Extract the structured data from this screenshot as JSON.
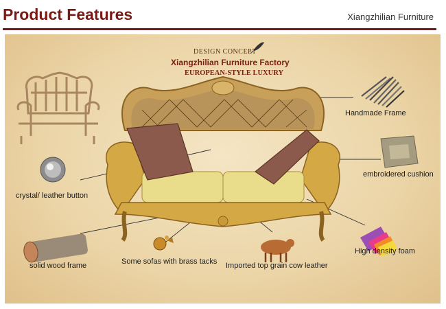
{
  "header": {
    "title": "Product Features",
    "brand": "Xiangzhilian Furniture"
  },
  "poster": {
    "design_concept": "DESIGN CONCEPT",
    "factory": "Xiangzhilian Furniture Factory",
    "style": "EUROPEAN-STYLE LUXURY"
  },
  "features": {
    "handmade_frame": "Handmade Frame",
    "embroidered_cushion": "embroidered cushion",
    "crystal_button": "crystal/ leather button",
    "high_density_foam": "High density foam",
    "solid_wood_frame": "solid wood frame",
    "brass_tacks": "Some sofas with brass tacks",
    "cow_leather": "Imported top grain cow leather"
  },
  "colors": {
    "accent": "#7a1a14",
    "parchment": "#ecd6a9",
    "gold_frame": "#d4a845",
    "cushion": "#e9dc8a"
  },
  "icons": [
    "quill-icon",
    "carving-tools-icon",
    "cushion-icon",
    "crystal-button-icon",
    "foam-swatch-icon",
    "wood-log-icon",
    "brass-tack-icon",
    "cow-icon",
    "sofa-frame-icon"
  ]
}
